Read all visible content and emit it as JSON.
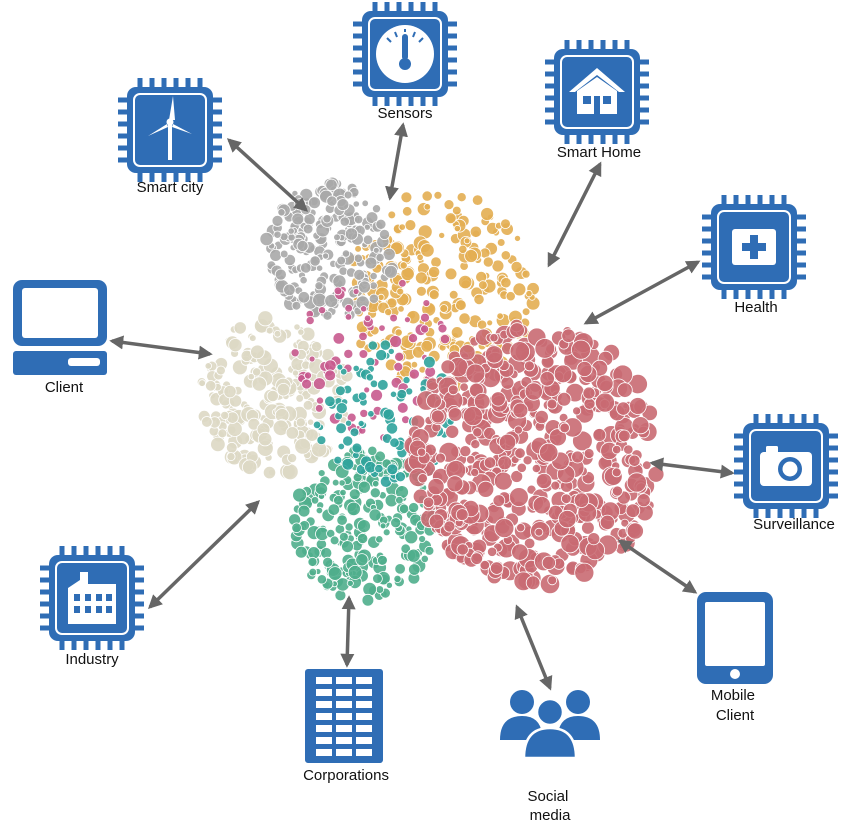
{
  "colors": {
    "icon_blue": "#2f6db5",
    "arrow_gray": "#666666",
    "cluster_gray": "#a8a8a8",
    "cluster_yellow": "#e3ae52",
    "cluster_pink": "#c85a8e",
    "cluster_teal": "#2fa39c",
    "cluster_green": "#4fae8c",
    "cluster_beige": "#ddd8c4",
    "cluster_red": "#c96a72"
  },
  "nodes": [
    {
      "id": "smart-city",
      "label": "Smart city",
      "icon": "wind-turbine-icon"
    },
    {
      "id": "sensors",
      "label": "Sensors",
      "icon": "thermometer-gauge-icon"
    },
    {
      "id": "smart-home",
      "label": "Smart Home",
      "icon": "house-icon"
    },
    {
      "id": "health",
      "label": "Health",
      "icon": "medical-cross-icon"
    },
    {
      "id": "client",
      "label": "Client",
      "icon": "laptop-icon"
    },
    {
      "id": "surveillance",
      "label": "Surveillance",
      "icon": "camera-icon"
    },
    {
      "id": "industry",
      "label": "Industry",
      "icon": "factory-icon"
    },
    {
      "id": "corporations",
      "label": "Corporations",
      "icon": "office-building-icon"
    },
    {
      "id": "social-media",
      "label": "Social media",
      "label_lines": [
        "Social",
        "media"
      ],
      "icon": "people-group-icon"
    },
    {
      "id": "mobile-client",
      "label": "Mobile Client",
      "label_lines": [
        "Mobile",
        "Client"
      ],
      "icon": "tablet-icon"
    }
  ]
}
